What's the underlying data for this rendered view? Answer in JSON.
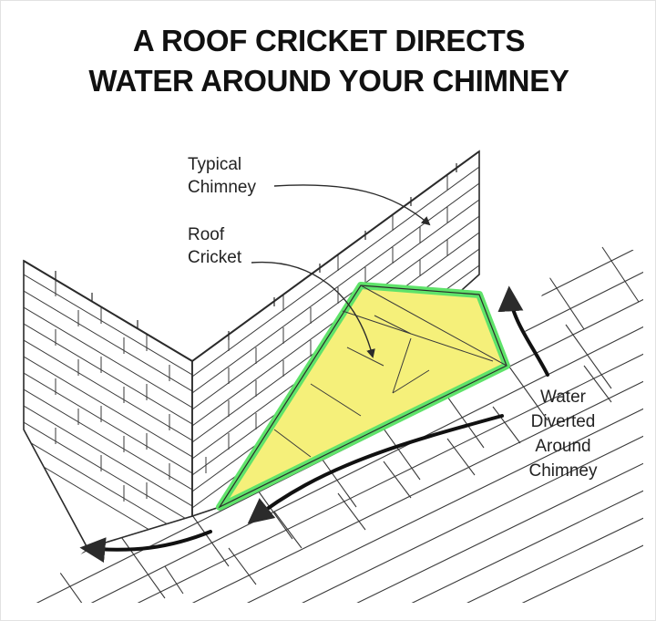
{
  "title": {
    "line1": "A ROOF CRICKET DIRECTS",
    "line2": "WATER AROUND YOUR CHIMNEY"
  },
  "labels": {
    "chimney": [
      "Typical",
      "Chimney"
    ],
    "cricket": [
      "Roof",
      "Cricket"
    ],
    "water": [
      "Water",
      "Diverted",
      "Around",
      "Chimney"
    ]
  },
  "colors": {
    "cricket_fill": "#f5f07a",
    "cricket_outline": "#5fe36a",
    "line": "#2b2b2b",
    "arrow": "#111111"
  }
}
